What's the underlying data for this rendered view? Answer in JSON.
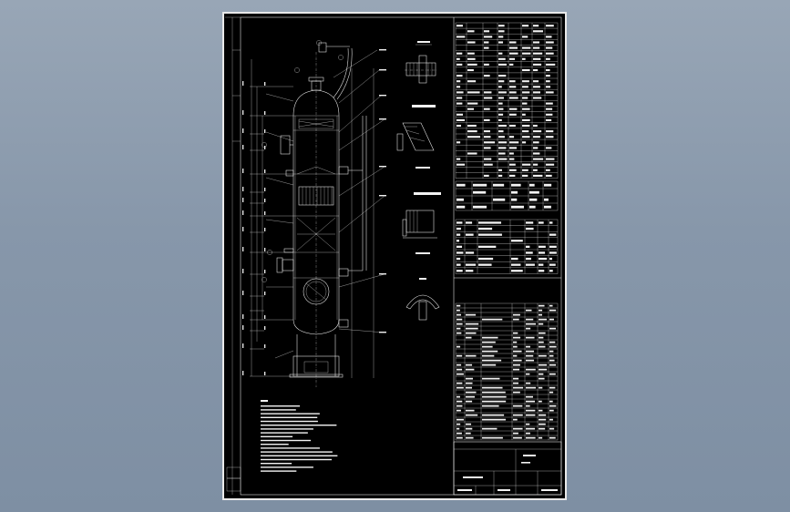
{
  "viewer": {
    "background_top": "#98a6b6",
    "background_bottom": "#7e8fa3"
  },
  "drawing": {
    "sheet_color": "#000000",
    "line_color": "#f2f2f2",
    "border_color": "#e9e9e9"
  },
  "tables": {
    "design_data_rows": 28,
    "nozzle_table_rows": 9,
    "parts_list_rows": 30
  }
}
